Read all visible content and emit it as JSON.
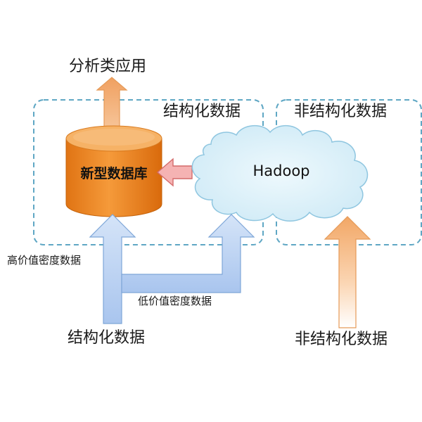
{
  "labels": {
    "analytics_apps": "分析类应用",
    "structured_region": "结构化数据",
    "unstructured_region": "非结构化数据",
    "database": "新型数据库",
    "hadoop": "Hadoop",
    "high_value_density": "高价值密度数据",
    "low_value_density": "低价值密度数据",
    "structured_source": "结构化数据",
    "unstructured_source": "非结构化数据"
  },
  "colors": {
    "region_border": "#5fa7c4",
    "database_fill": "#f08c28",
    "database_top": "#fbb35c",
    "cloud_fill": "#dff2fb",
    "cloud_stroke": "#8fc6e0",
    "arrow_blue": "#bcd3f2",
    "arrow_blue_stroke": "#7ea6d8",
    "arrow_orange": "#f6c194",
    "arrow_orange_stroke": "#e59a58",
    "arrow_pink": "#f5b3b3",
    "arrow_pink_stroke": "#d46b6b"
  }
}
